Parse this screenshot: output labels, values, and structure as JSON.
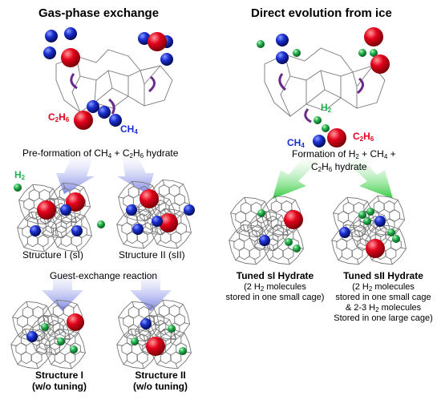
{
  "headings": {
    "left": "Gas-phase exchange",
    "right": "Direct evolution from ice"
  },
  "molecule_labels": {
    "c2h6_left": {
      "main": "C",
      "sub1": "2",
      "mid": "H",
      "sub2": "6"
    },
    "ch4_left": {
      "main": "CH",
      "sub": "4"
    },
    "h2_left": {
      "main": "H",
      "sub": "2"
    },
    "h2_right": {
      "main": "H",
      "sub": "2"
    },
    "ch4_right": {
      "main": "CH",
      "sub": "4"
    },
    "c2h6_right": {
      "main": "C",
      "sub1": "2",
      "mid": "H",
      "sub2": "6"
    }
  },
  "steps": {
    "preformation": {
      "p1": "Pre-formation of CH",
      "s1": "4",
      "p2": " + C",
      "s2": "2",
      "p3": "H",
      "s3": "6",
      "p4": " hydrate"
    },
    "formation_line1": {
      "p1": "Formation of H",
      "s1": "2",
      "p2": " + CH",
      "s2": "4",
      "p3": " +"
    },
    "formation_line2": {
      "p1": "C",
      "s1": "2",
      "p2": "H",
      "s2": "6",
      "p3": " hydrate"
    },
    "guest_exchange": "Guest-exchange reaction"
  },
  "structure_labels": {
    "sI": "Structure I (sI)",
    "sII": "Structure II (sII)",
    "final_sI_line1": "Structure I",
    "final_sI_line2": "(w/o tuning)",
    "final_sII_line1": "Structure II",
    "final_sII_line2": "(w/o tuning)"
  },
  "tuned": {
    "sI_title": "Tuned sI Hydrate",
    "sI_line1": {
      "p1": "(2 H",
      "s1": "2",
      "p2": " molecules"
    },
    "sI_line2": "stored in one small cage)",
    "sII_title": "Tuned sII Hydrate",
    "sII_line1": {
      "p1": "(2 H",
      "s1": "2",
      "p2": " molecules"
    },
    "sII_line2": "stored in one small cage",
    "sII_line3": {
      "p1": "& 2-3 H",
      "s1": "2",
      "p2": " molecules"
    },
    "sII_line4": "Stored in one large cage)"
  },
  "colors": {
    "c2h6": "#e3001b",
    "ch4": "#1a2fd1",
    "h2": "#22b24c",
    "arrow_blue": "#8a93e6",
    "arrow_green": "#3fd14a",
    "curl_arrow": "#6a2a8c",
    "framework": "#777777"
  }
}
